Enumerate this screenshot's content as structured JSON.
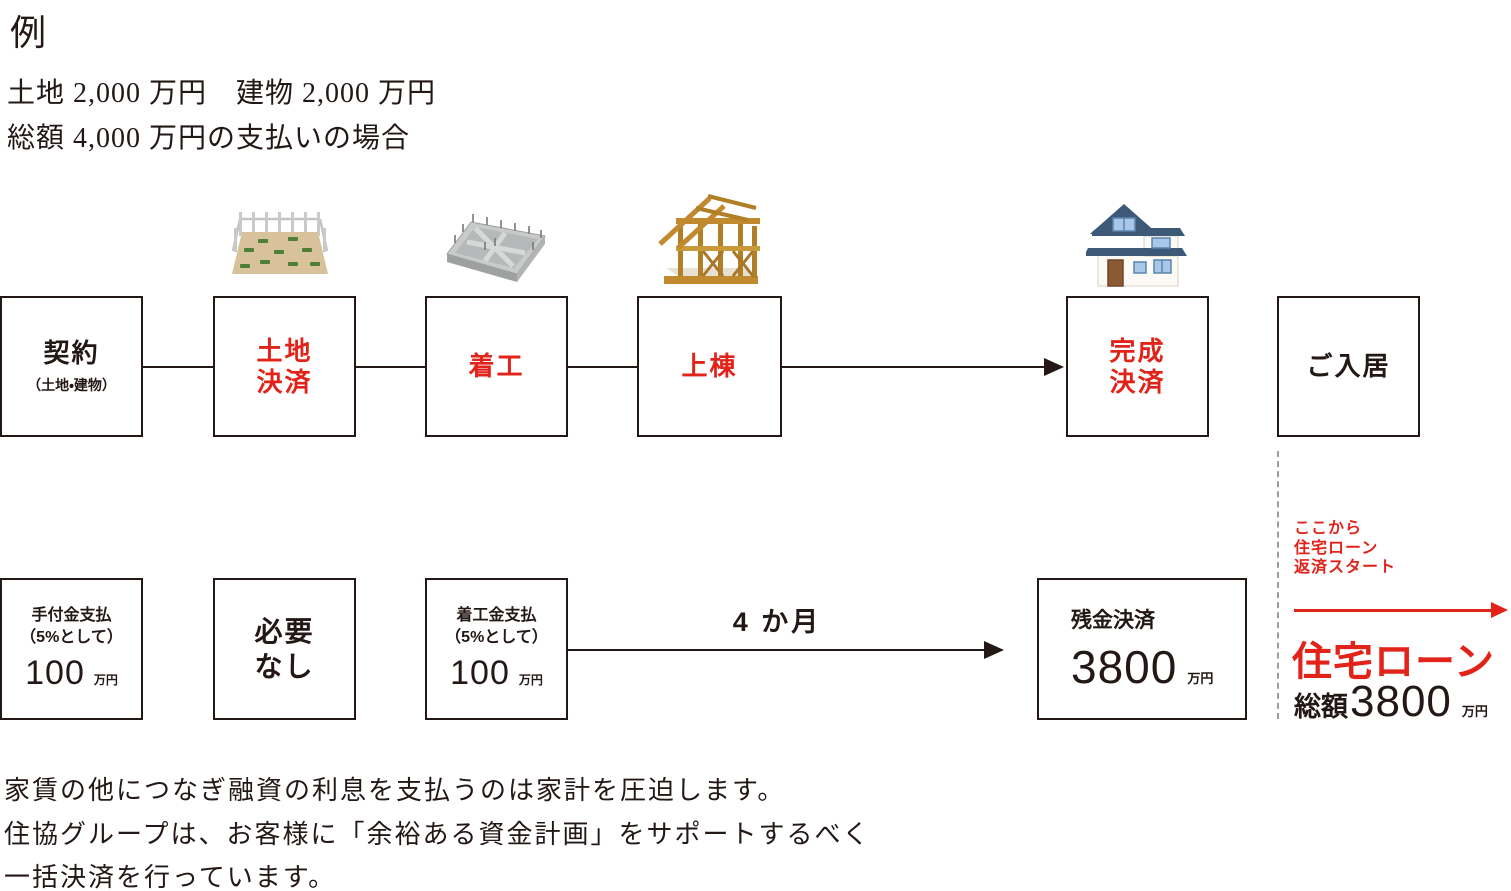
{
  "header": {
    "title": "例",
    "price_line1": "土地 2,000 万円　建物 2,000 万円",
    "price_line2": "総額 4,000 万円の支払いの場合"
  },
  "icons": {
    "land": "vacant-land",
    "foundation": "concrete-foundation",
    "framing": "wooden-frame-raising",
    "house": "completed-house"
  },
  "steps": [
    {
      "label": "契約",
      "sublabel": "（土地・建物）"
    },
    {
      "label": "土地\n決済"
    },
    {
      "label": "着工"
    },
    {
      "label": "上棟"
    },
    {
      "label": "完成\n決済"
    },
    {
      "label": "ご入居"
    }
  ],
  "payments": {
    "deposit": {
      "title": "手付金支払",
      "note": "（5%として）",
      "amount": "100",
      "unit": "万円"
    },
    "none": {
      "label": "必要\nなし"
    },
    "construction_start": {
      "title": "着工金支払",
      "note": "（5%として）",
      "amount": "100",
      "unit": "万円"
    },
    "period": "4 か月",
    "balance": {
      "title": "残金決済",
      "amount": "3800",
      "unit": "万円"
    }
  },
  "loan": {
    "start_note": "ここから\n住宅ローン\n返済スタート",
    "title": "住宅ローン",
    "total_prefix": "総額",
    "total_amount": "3800",
    "total_unit": "万円"
  },
  "footer": {
    "line1": "家賃の他につなぎ融資の利息を支払うのは家計を圧迫します。",
    "line2": "住協グループは、お客様に「余裕ある資金計画」をサポートするべく",
    "line3": "一括決済を行っています。"
  },
  "colors": {
    "accent_red": "#e2231a",
    "ink_black": "#231815",
    "divider_gray": "#9e9e9f"
  }
}
